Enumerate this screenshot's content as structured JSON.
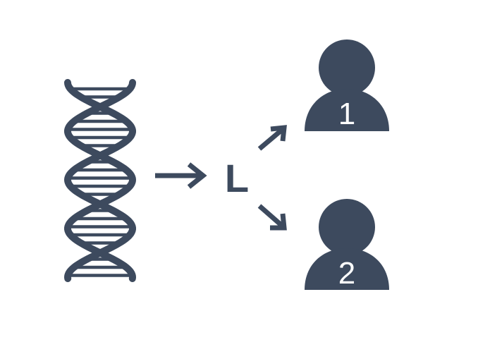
{
  "diagram": {
    "center_label": "L",
    "persons": [
      {
        "number": "1"
      },
      {
        "number": "2"
      }
    ],
    "icons": {
      "source": "dna-helix-icon",
      "target": "person-icon",
      "connector": "arrow-icon"
    },
    "colors": {
      "foreground": "#3d4a5e",
      "person_number": "#ffffff",
      "background": "#ffffff"
    }
  }
}
